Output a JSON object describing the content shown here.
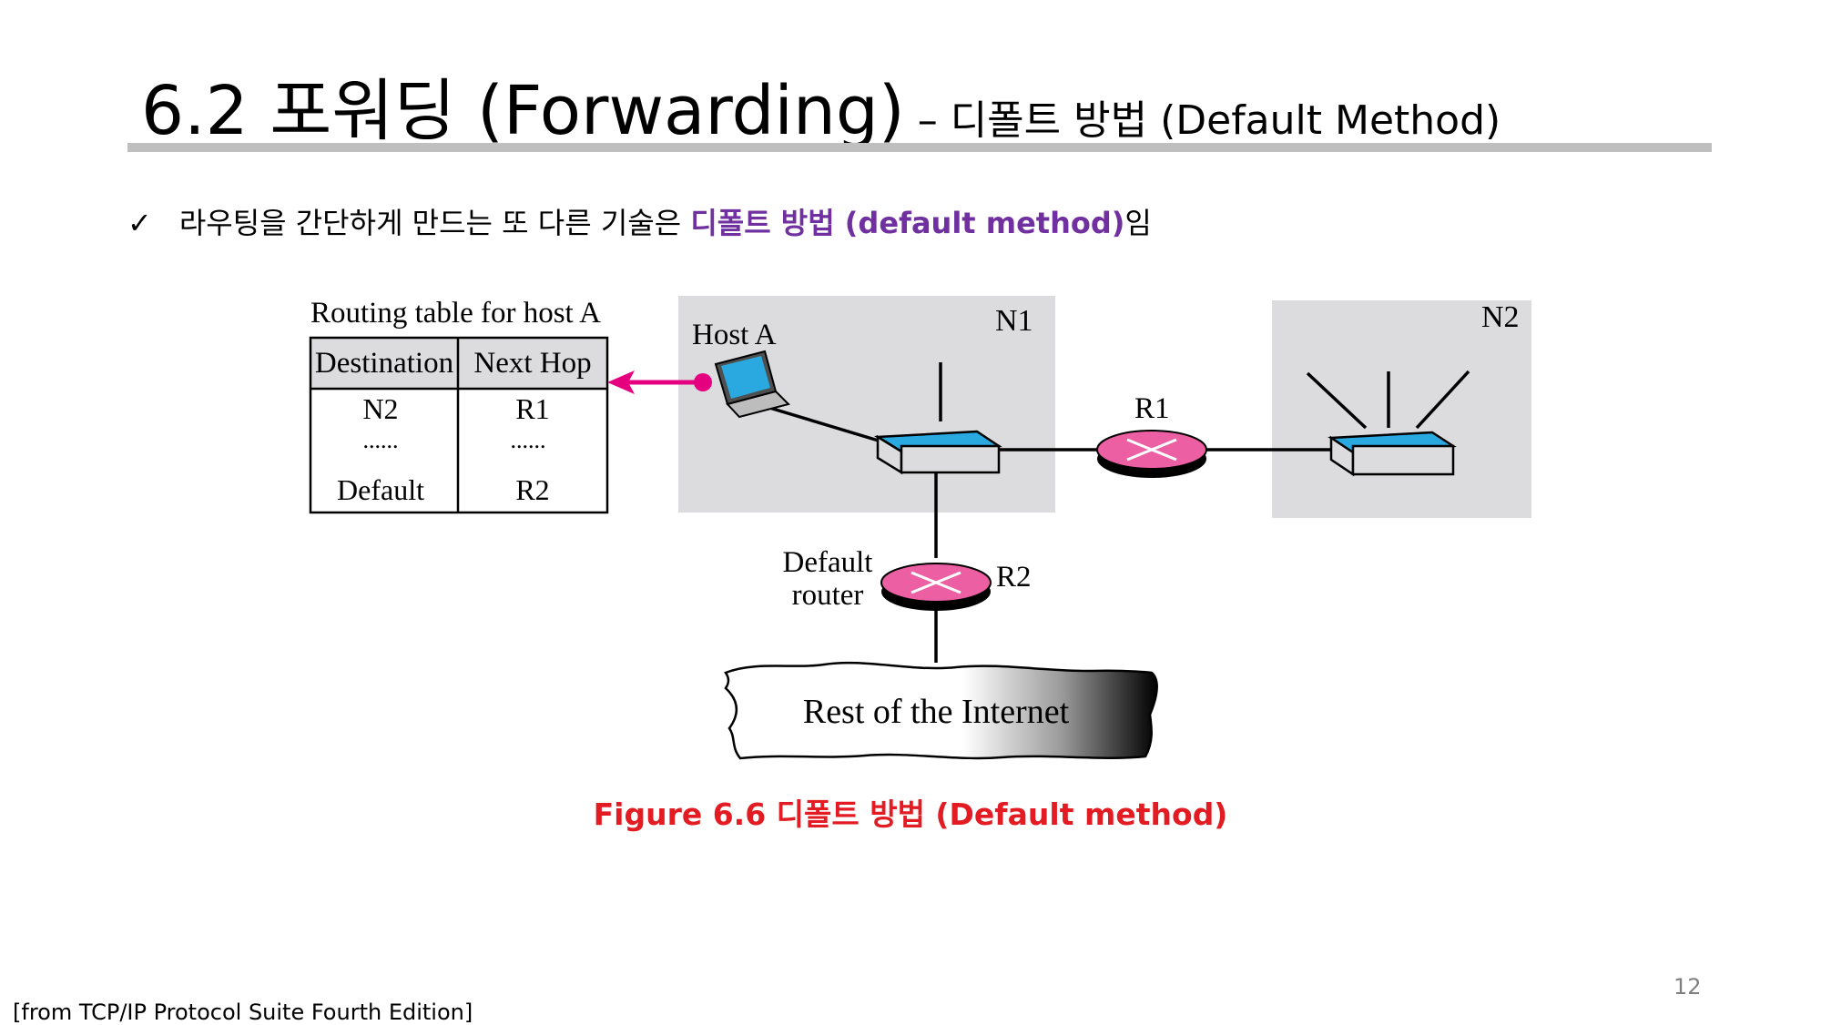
{
  "slide": {
    "title_main": "6.2 포워딩 (Forwarding)",
    "title_sub": " – 디폴트 방법 (Default Method)",
    "bullet": {
      "checkmark": "✓",
      "text_before": "라우팅을 간단하게 만드는 또 다른 기술은 ",
      "emphasis": "디폴트 방법 (default method)",
      "text_after": "임"
    },
    "caption": "Figure 6.6 디폴트 방법 (Default method)",
    "page_number": "12",
    "source_note": "[from TCP/IP Protocol Suite Fourth Edition]"
  },
  "diagram": {
    "routing_table": {
      "title": "Routing table for host A",
      "headers": [
        "Destination",
        "Next Hop"
      ],
      "rows": [
        [
          "N2",
          "R1"
        ],
        [
          "......",
          "......"
        ],
        [
          "Default",
          "R2"
        ]
      ]
    },
    "networks": {
      "n1": "N1",
      "n2": "N2"
    },
    "labels": {
      "host": "Host A",
      "r1": "R1",
      "r2": "R2",
      "default_router_line1": "Default",
      "default_router_line2": "router",
      "internet": "Rest of the Internet"
    },
    "colors": {
      "network_bg": "#dcdcde",
      "switch_top": "#29a9e0",
      "router": "#ec5fa3",
      "arrow": "#e4007f",
      "caption": "#e31b23",
      "emphasis": "#7030a0"
    }
  }
}
